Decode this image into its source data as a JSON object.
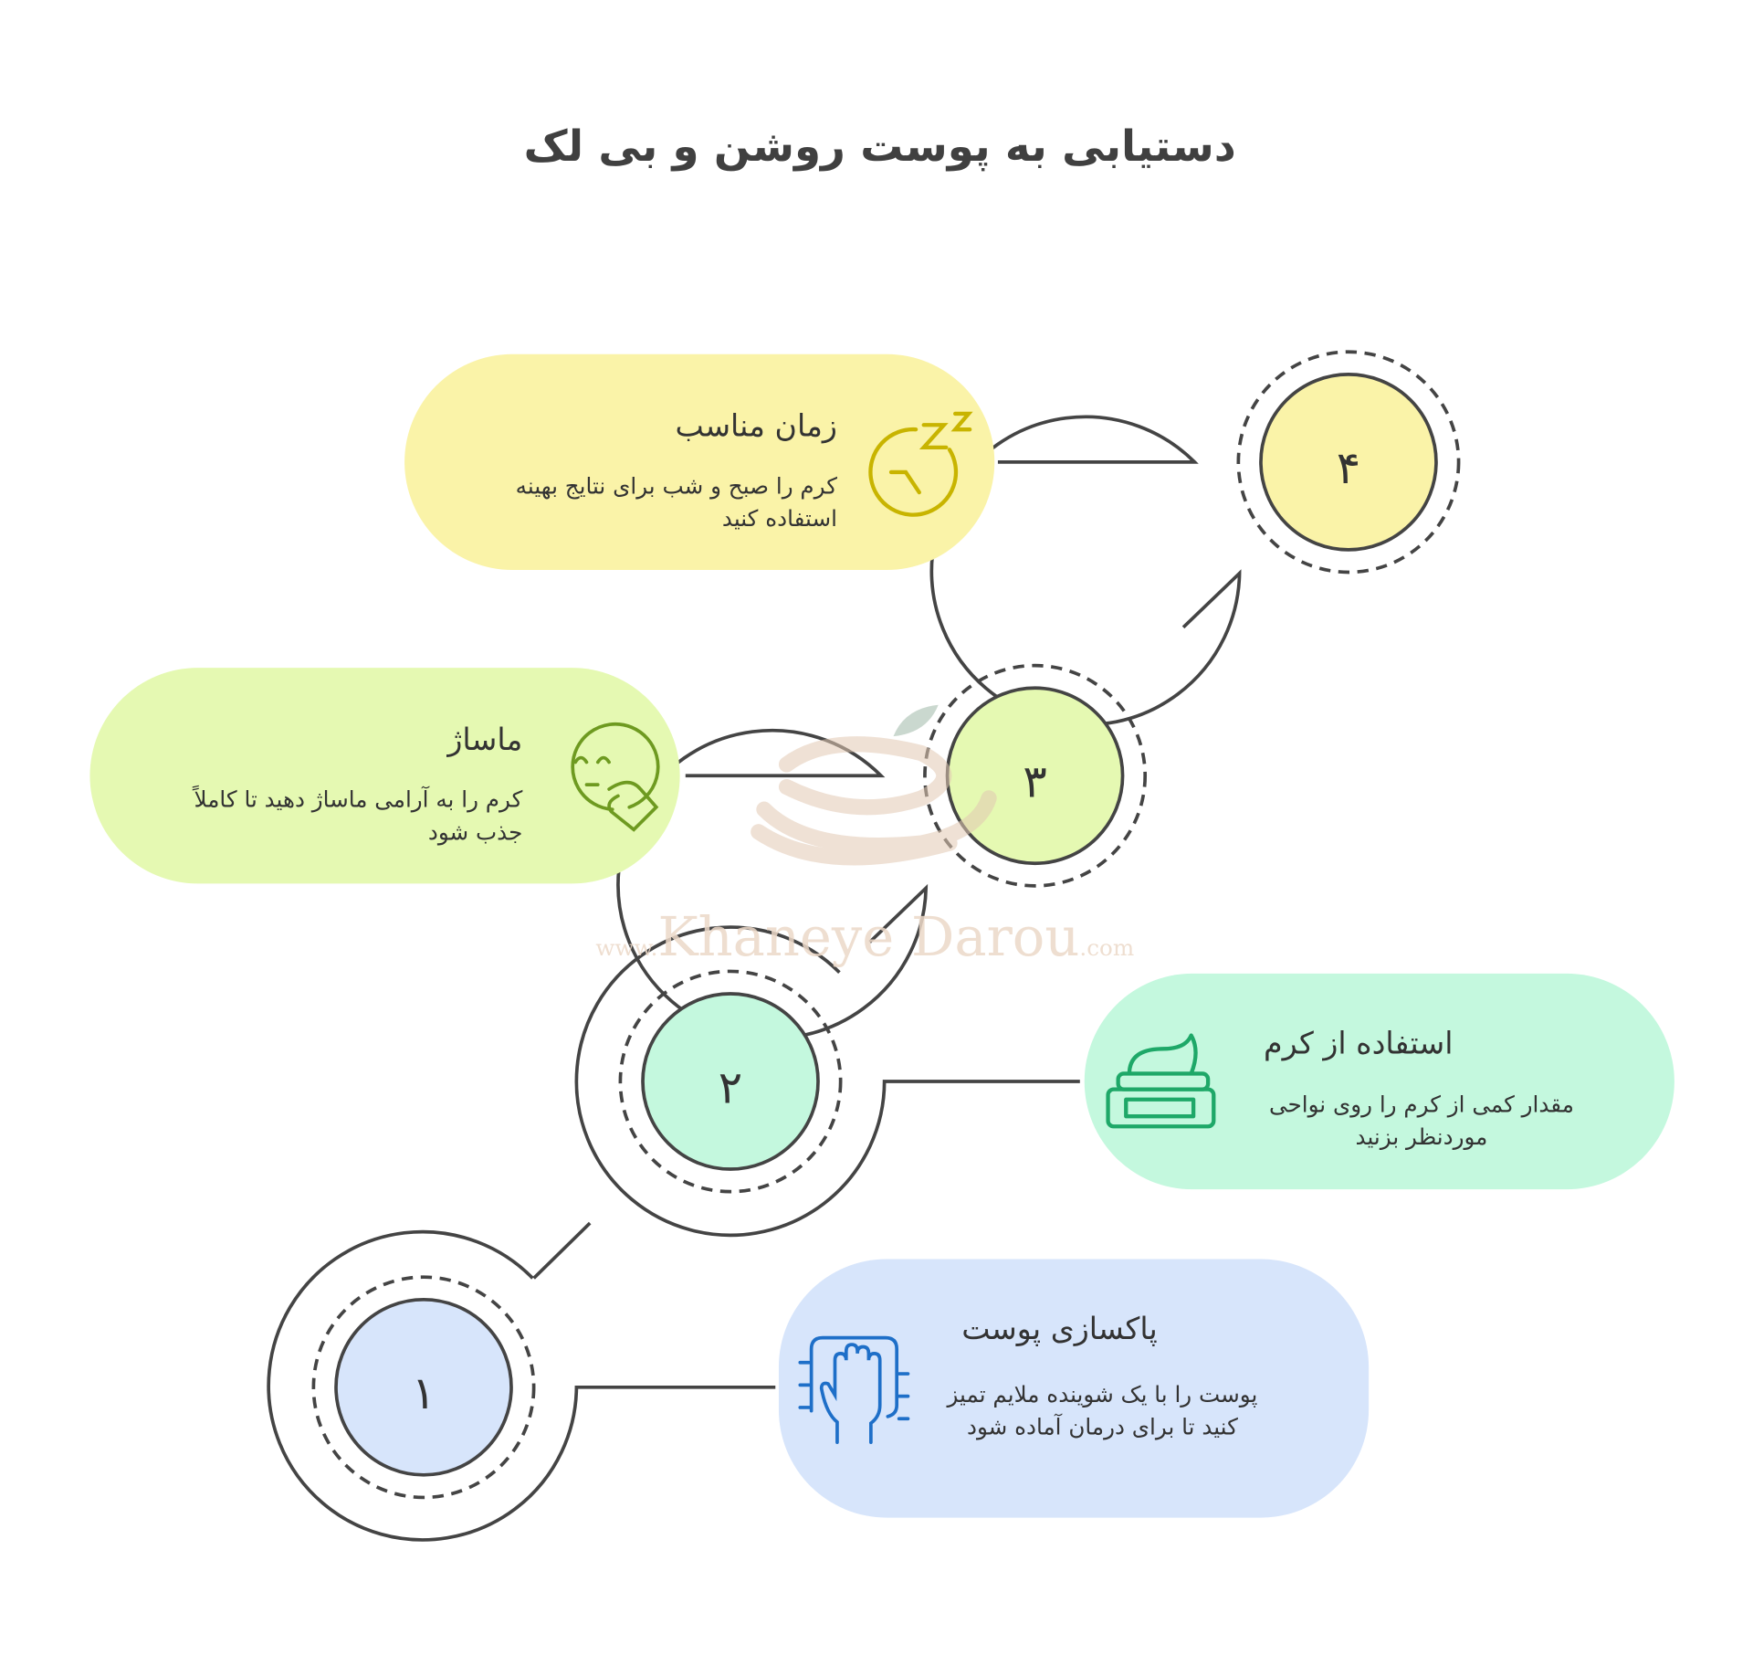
{
  "title": "دستیابی به پوست روشن و بی لک",
  "steps": [
    {
      "number": "۱",
      "title": "پاکسازی پوست",
      "desc": "پوست را با یک شوینده ملایم تمیز کنید تا برای درمان آماده شود",
      "color": "#D7E5FB",
      "icon": "hand-cleaning-icon",
      "icon_color": "#1E6FC8"
    },
    {
      "number": "۲",
      "title": "استفاده از کرم",
      "desc": "مقدار کمی از کرم را روی نواحی موردنظر بزنید",
      "color": "#C4F8DE",
      "icon": "cream-jar-icon",
      "icon_color": "#1EA868"
    },
    {
      "number": "۳",
      "title": "ماساژ",
      "desc": "کرم را به آرامی ماساژ دهید تا کاملاً جذب شود",
      "color": "#E5F9B2",
      "icon": "face-massage-icon",
      "icon_color": "#6E9A20"
    },
    {
      "number": "۴",
      "title": "زمان مناسب",
      "desc": "کرم را صبح و شب برای نتایج بهینه استفاده کنید",
      "color": "#FAF3A8",
      "icon": "sleep-clock-icon",
      "icon_color": "#C8B400"
    }
  ],
  "watermark": {
    "prefix": "www.",
    "name": "Khaneye Darou",
    "suffix": ".com"
  }
}
